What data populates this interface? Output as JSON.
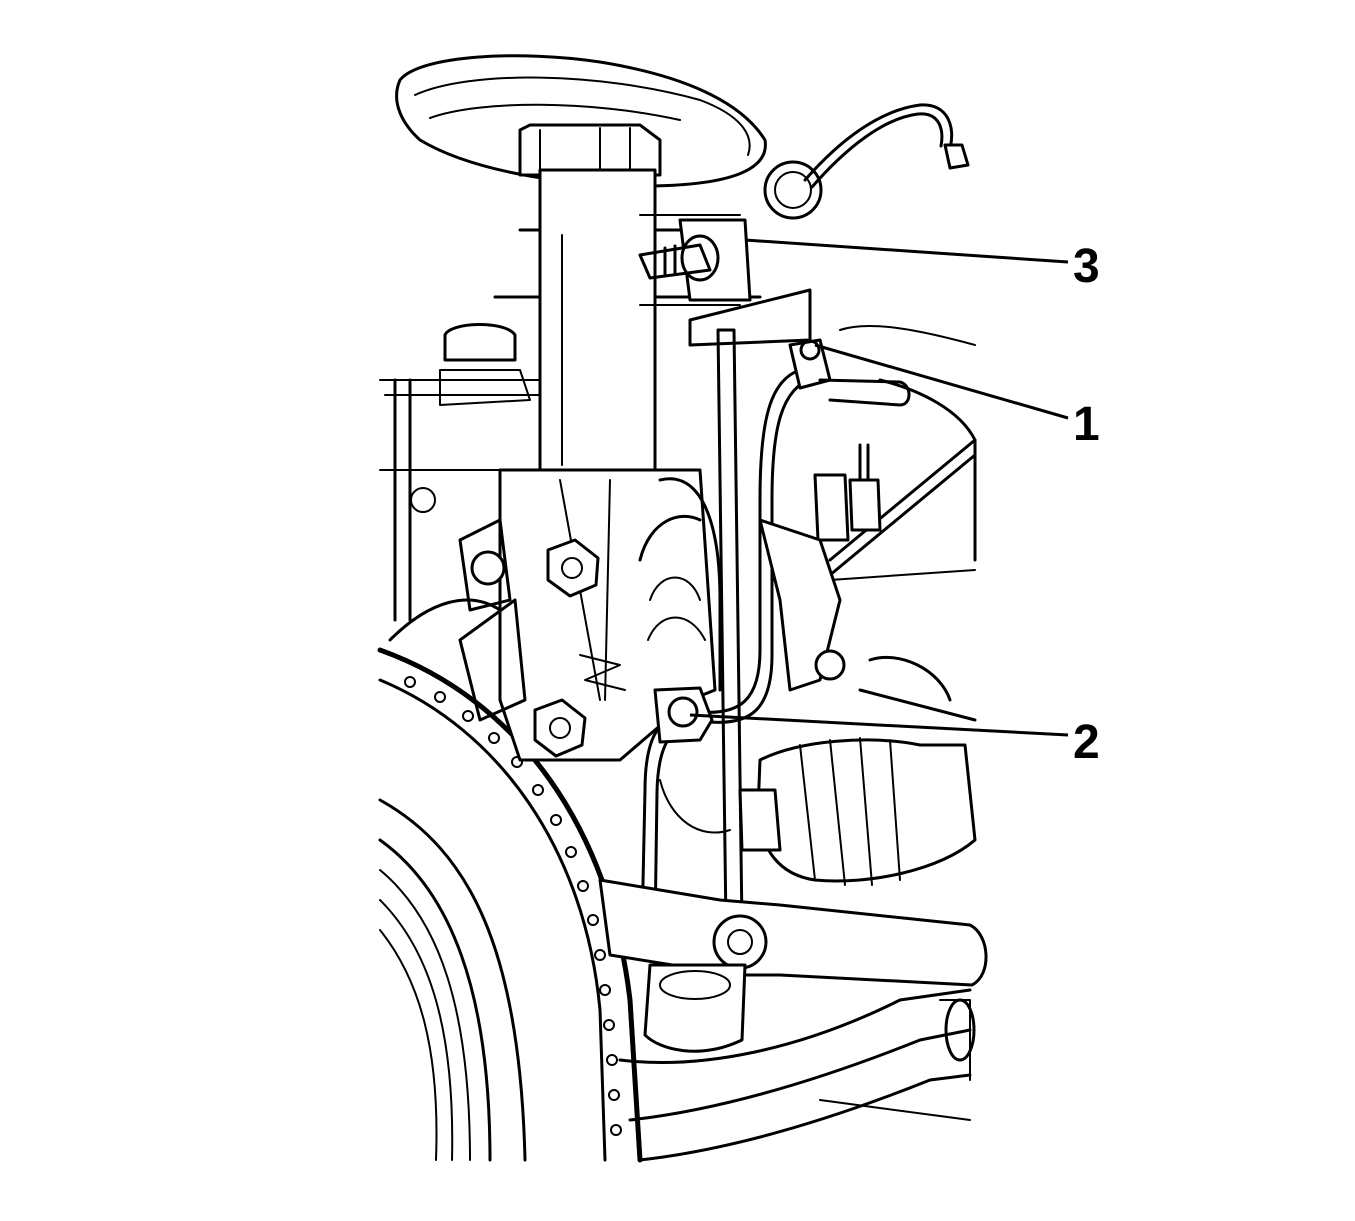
{
  "callouts": [
    {
      "id": "3",
      "label": "3"
    },
    {
      "id": "1",
      "label": "1"
    },
    {
      "id": "2",
      "label": "2"
    }
  ]
}
